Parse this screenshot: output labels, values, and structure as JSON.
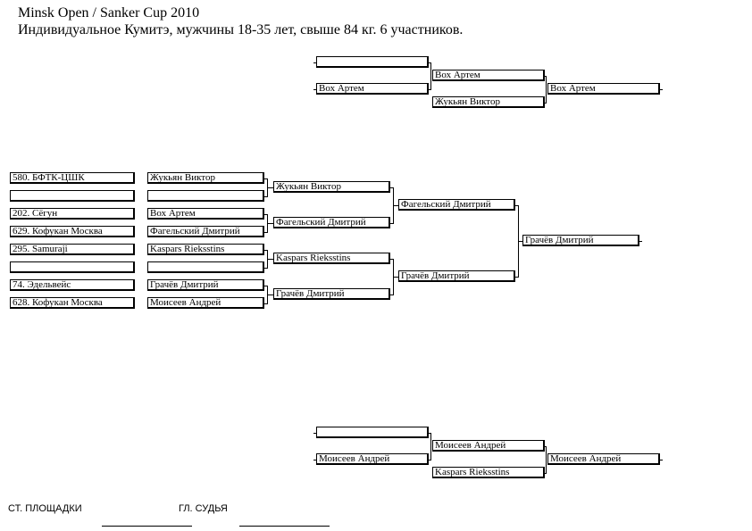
{
  "header": {
    "title": "Minsk Open / Sanker Cup 2010",
    "subtitle": "Индивидуальное Кумитэ, мужчины 18-35 лет, свыше  84 кг. 6 участников."
  },
  "clubs": [
    "580. БФТК-ЦШК",
    "",
    "202. Сёгун",
    "629. Кофукан Москва",
    "295. Samuraji",
    "",
    "74. Эдельвейс",
    "628. Кофукан Москва"
  ],
  "round1": [
    "Жукьян Виктор",
    "",
    "Вох Артем",
    "Фагельский Дмитрий",
    "Kaspars Rieksstins",
    "",
    "Грачёв Дмитрий",
    "Моисеев Андрей"
  ],
  "round2": [
    "Жукьян Виктор",
    "Фагельский Дмитрий",
    "Kaspars Rieksstins",
    "Грачёв Дмитрий"
  ],
  "round3": [
    "Фагельский Дмитрий",
    "Грачёв Дмитрий"
  ],
  "final": "Грачёв Дмитрий",
  "repechage_top": {
    "entries": [
      "",
      "Вох Артем"
    ],
    "round2": [
      "Вох Артем",
      "Жукьян Виктор"
    ],
    "winner": "Вох Артем"
  },
  "repechage_bottom": {
    "entries": [
      "",
      "Моисеев Андрей"
    ],
    "round2": [
      "Моисеев Андрей",
      "Kaspars Rieksstins"
    ],
    "winner": "Моисеев Андрей"
  },
  "footer": {
    "site_label": "СТ. ПЛОЩАДКИ",
    "judge_label": "ГЛ. СУДЬЯ"
  }
}
